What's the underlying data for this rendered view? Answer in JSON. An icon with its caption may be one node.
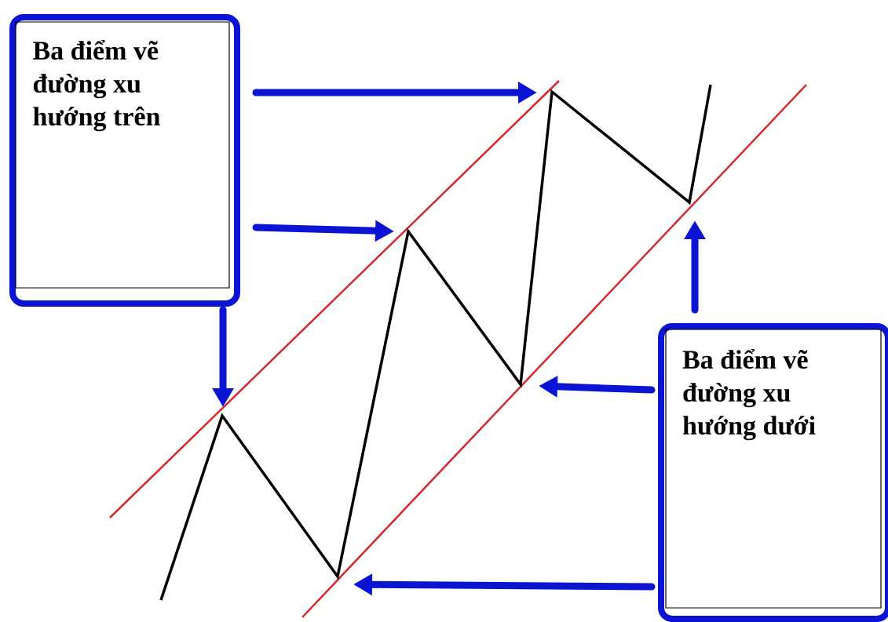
{
  "diagram": {
    "nodes": [
      {
        "text": [
          "Ba điểm vẽ đường xu hướng trên"
        ]
      },
      {
        "text": [
          "Ba điểm vẽ đường xu hướng dưới"
        ]
      }
    ],
    "edges": [
      {
        "from": 0,
        "to": null,
        "arrow": "to"
      },
      {
        "from": 0,
        "to": null,
        "arrow": "to"
      },
      {
        "from": 0,
        "to": null,
        "arrow": "to"
      },
      {
        "from": 1,
        "to": null,
        "arrow": "to"
      },
      {
        "from": 1,
        "to": null,
        "arrow": "to"
      },
      {
        "from": 1,
        "to": null,
        "arrow": "to"
      }
    ]
  }
}
